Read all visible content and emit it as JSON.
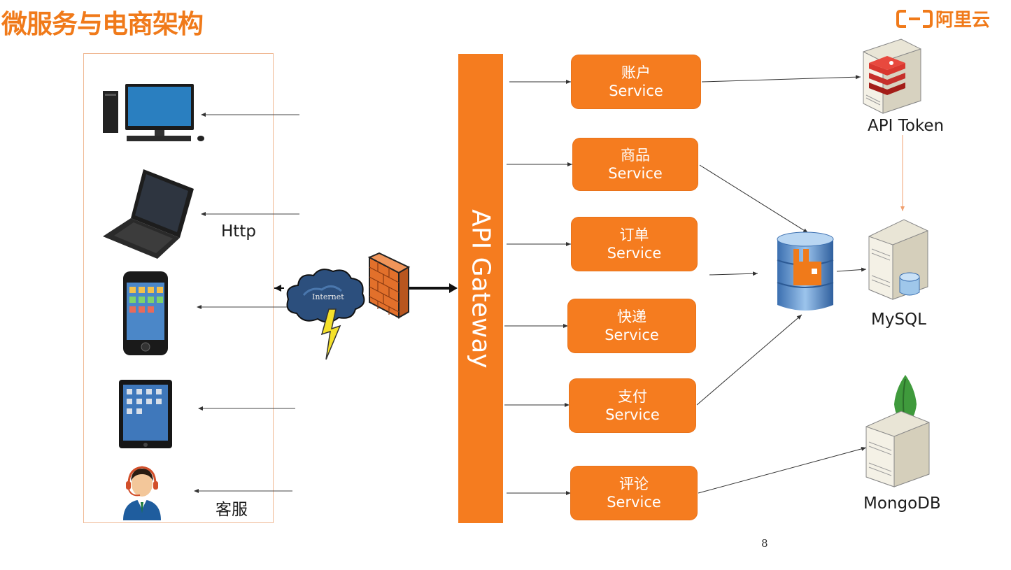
{
  "title": "微服务与电商架构",
  "logo": {
    "text": "阿里云",
    "mark": "aliyun-bracket-icon"
  },
  "clients": {
    "labels": {
      "http": "Http",
      "customer_service": "客服"
    },
    "icons": [
      "desktop-computer-icon",
      "laptop-icon",
      "smartphone-icon",
      "tablet-icon",
      "customer-service-agent-icon"
    ]
  },
  "network": {
    "internet_label": "Internet",
    "icons": [
      "internet-cloud-icon",
      "lightning-icon",
      "firewall-icon"
    ]
  },
  "gateway": {
    "label": "API Gateway",
    "color": "#f57c1f"
  },
  "services": [
    {
      "name": "账户",
      "suffix": "Service"
    },
    {
      "name": "商品",
      "suffix": "Service"
    },
    {
      "name": "订单",
      "suffix": "Service"
    },
    {
      "name": "快递",
      "suffix": "Service"
    },
    {
      "name": "支付",
      "suffix": "Service"
    },
    {
      "name": "评论",
      "suffix": "Service"
    }
  ],
  "stores": {
    "redis": "API Token",
    "mysql": "MySQL",
    "mongodb": "MongoDB",
    "queue_icon": "rabbitmq-database-icon"
  },
  "page_number": "8",
  "colors": {
    "accent": "#f57c1f",
    "box_border": "#f0b995"
  }
}
